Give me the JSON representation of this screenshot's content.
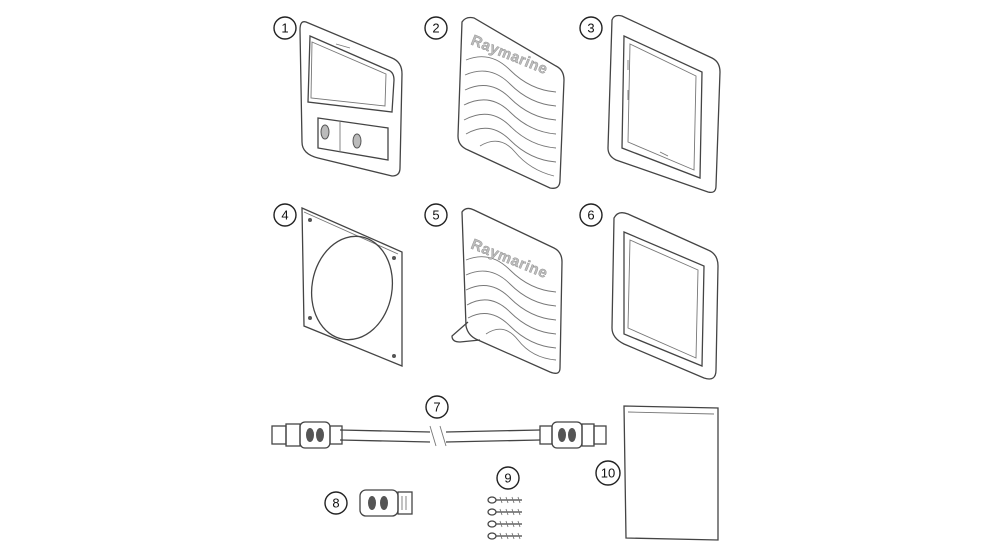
{
  "brand_mark": "Raymarine",
  "callouts": [
    "1",
    "2",
    "3",
    "4",
    "5",
    "6",
    "7",
    "8",
    "9",
    "10"
  ],
  "colors": {
    "line": "#444444",
    "fill": "#ffffff",
    "shade": "#cfcfcf",
    "dark": "#8c8c8c"
  }
}
